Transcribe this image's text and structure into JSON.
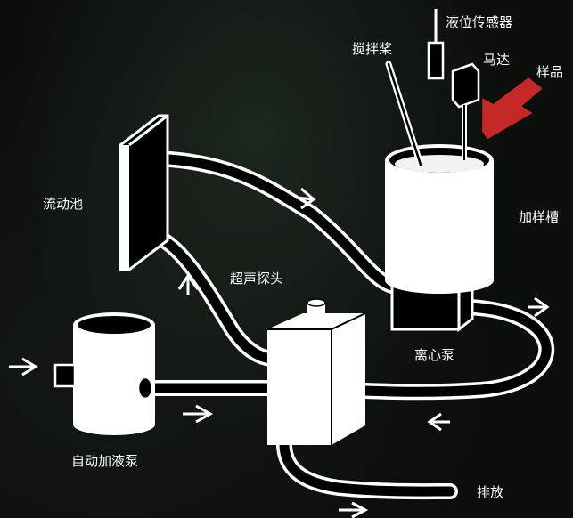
{
  "labels": {
    "level_sensor": "液位传感器",
    "stirrer": "搅拌桨",
    "motor": "马达",
    "sample": "样品",
    "flow_cell": "流动池",
    "feed_tank": "加样槽",
    "ultrasonic_probe": "超声探头",
    "centrifugal_pump": "离心泵",
    "auto_dosing_pump": "自动加液泵",
    "drain": "排放"
  },
  "colors": {
    "background": "#0b0f0c",
    "line": "#ffffff",
    "arrow": "#c62828"
  }
}
